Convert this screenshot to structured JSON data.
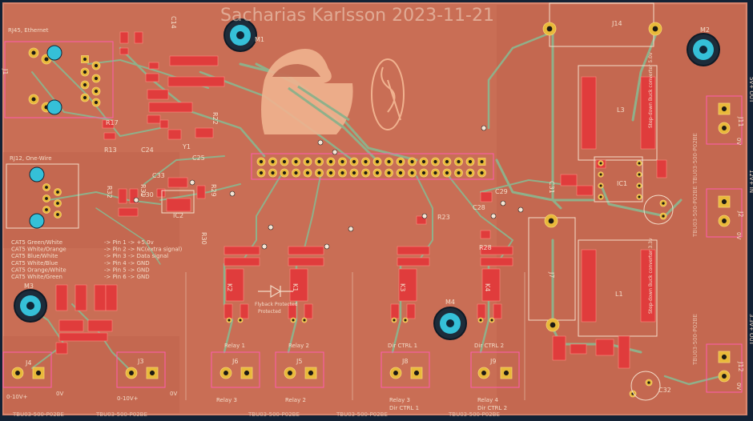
{
  "board": {
    "colors": {
      "background": "#132235",
      "copper": "#c96e55",
      "copper_dark": "#b95f48",
      "silk": "#f3dcc8",
      "pad": "#e9b93a",
      "mask_red": "#e03c3c",
      "trace_green": "#8fb08a",
      "courtyard_pink": "#ff5cb0",
      "via_cyan": "#35c0d8"
    },
    "title": "Sacharias Karlsson 2023-11-21"
  },
  "labels": {
    "rj45": "RJ45, Ethernet",
    "rj12": "RJ12, One-Wire",
    "cat5": [
      "CAT5 Green/White",
      "CAT5 White/Orange",
      "CAT5 Blue/White",
      "CAT5 White/Blue",
      "CAT5 Orange/White",
      "CAT5 White/Green"
    ],
    "pins": [
      "-> Pin 1 -> +5.0v",
      "-> Pin 2 -> NC(extra signal)",
      "-> Pin 3 -> Data signal",
      "-> Pin 4 -> GND",
      "-> Pin 5 -> GND",
      "-> Pin 6 -> GND"
    ],
    "flyback": "Flyback Protected",
    "relay_1": "Relay 1",
    "relay_2": "Relay 2",
    "relay_3": "Relay 3",
    "relay_4": "Relay 4",
    "dir_ctrl_1": "Dir CTRL 1",
    "dir_ctrl_2": "Dir CTRL 2",
    "in_0_10v": "0-10V+",
    "gnd_0v": "0V",
    "out_5v": "5V+ OUT",
    "in_12v": "12V+ IN",
    "out_3v3": "3.3V+ OUT",
    "step_down_1": "Step-down Buck converter 5.0v",
    "step_down_2": "Step-down Buck converter 3.3v",
    "footprint": "TBU03-500-P02BE",
    "refs": {
      "J1": "J1",
      "J2": "J2",
      "J3": "J3",
      "J4": "J4",
      "J5": "J5",
      "J6": "J6",
      "J7": "J7",
      "J8": "J8",
      "J9": "J9",
      "J11": "J11",
      "J12": "J12",
      "J14": "J14",
      "M1": "M1",
      "M2": "M2",
      "M3": "M3",
      "M4": "M4",
      "L1": "L1",
      "L3": "L3",
      "IC1": "IC1",
      "IC2": "IC2",
      "Y1": "Y1",
      "K1": "K1",
      "K2": "K2",
      "K3": "K3",
      "K4": "K4",
      "R13": "R13",
      "R17": "R17",
      "R22": "R22",
      "R23": "R23",
      "R28": "R28",
      "R29": "R29",
      "R30": "R30",
      "R31": "R31",
      "R32": "R32",
      "C14": "C14",
      "C24": "C24",
      "C25": "C25",
      "C28": "C28",
      "C29": "C29",
      "C30": "C30",
      "C31": "C31",
      "C32": "C32",
      "C33": "C33"
    }
  }
}
